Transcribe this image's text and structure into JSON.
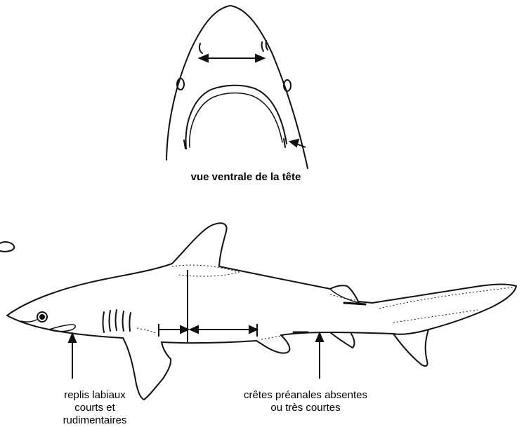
{
  "head_view": {
    "caption": "vue ventrale de la tête"
  },
  "side_view": {
    "label_left": {
      "line1": "replis labiaux",
      "line2": "courts et",
      "line3": "rudimentaires"
    },
    "label_right": {
      "line1": "crêtes préanales absentes",
      "line2": "ou très courtes"
    }
  }
}
